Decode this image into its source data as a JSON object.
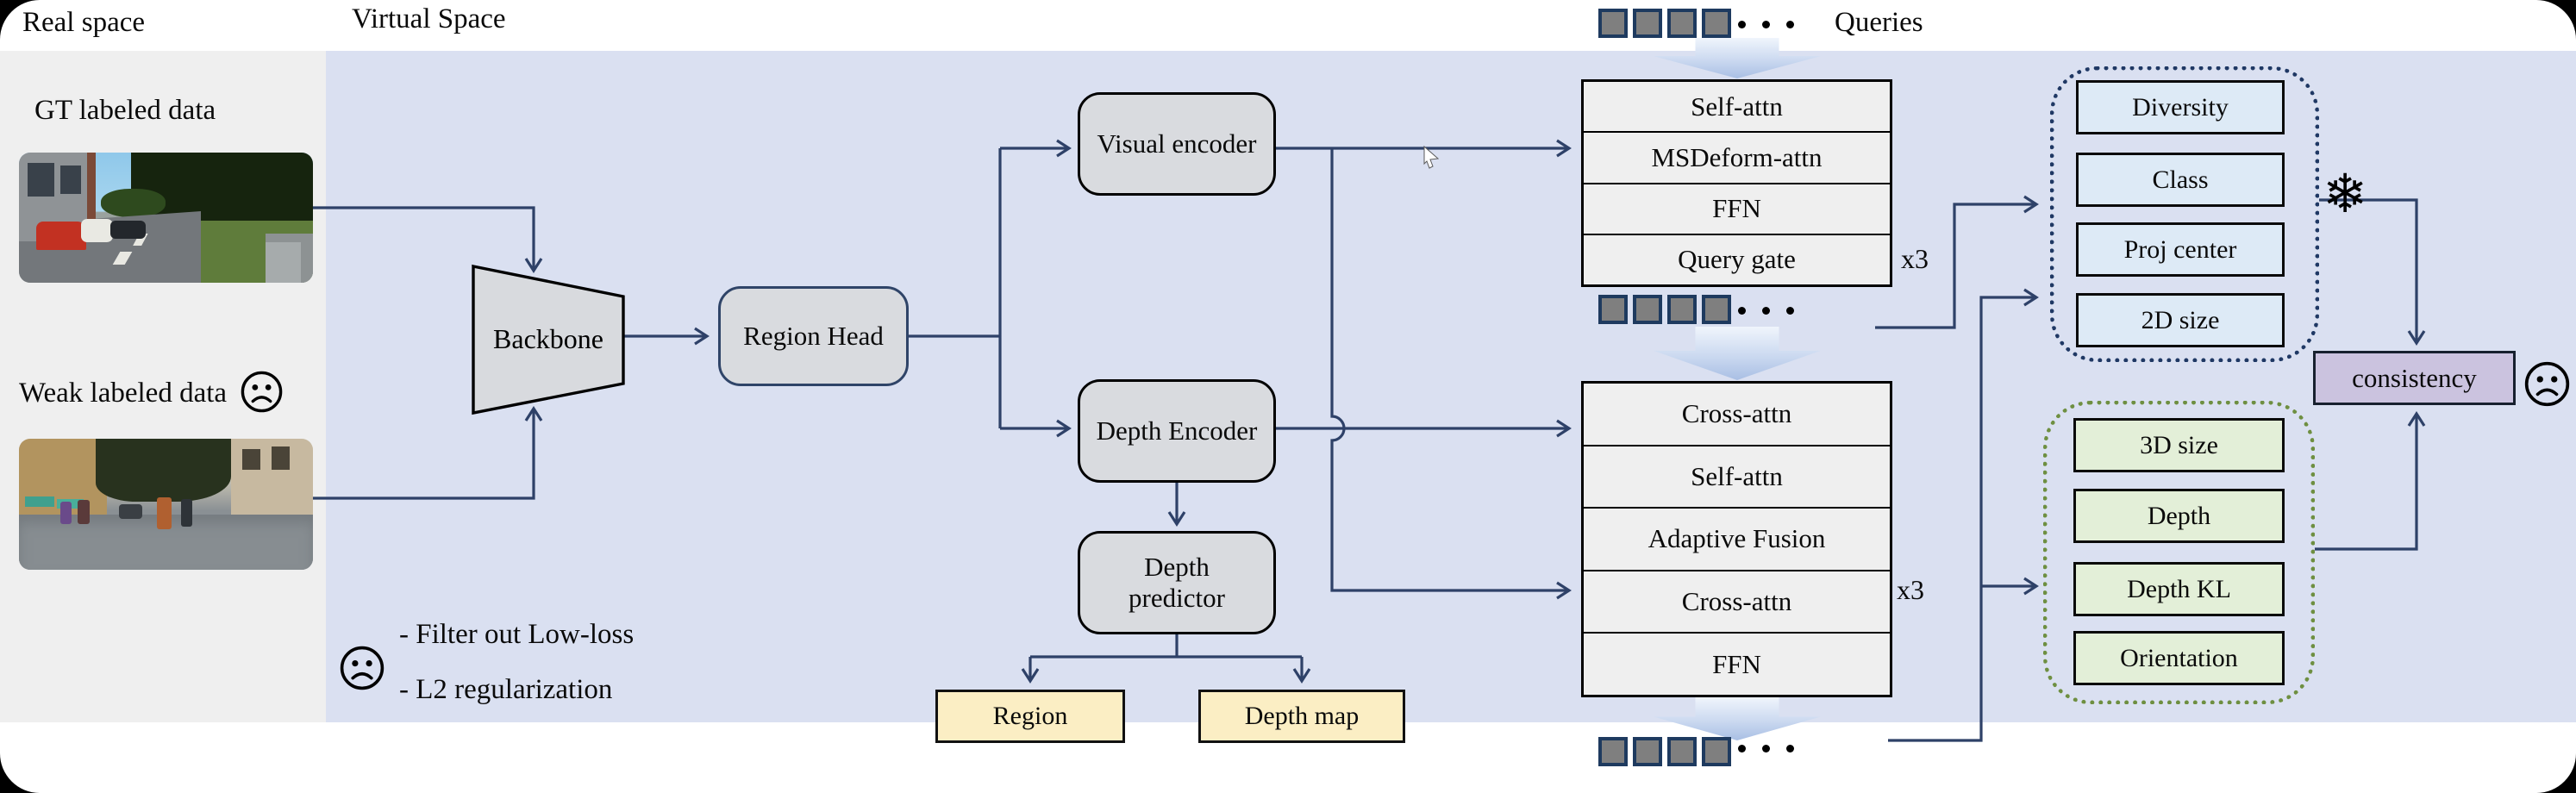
{
  "labels": {
    "real_space": "Real space",
    "virtual_space": "Virtual Space",
    "queries": "Queries",
    "gt_data": "GT labeled data",
    "weak_data": "Weak labeled data",
    "note_filter": "- Filter out Low-loss",
    "note_l2": "- L2 regularization"
  },
  "nodes": {
    "backbone": "Backbone",
    "region_head": "Region Head",
    "visual_encoder": "Visual encoder",
    "depth_encoder": "Depth Encoder",
    "depth_predictor": "Depth predictor",
    "region_output": "Region",
    "depth_map_output": "Depth map",
    "consistency": "consistency"
  },
  "decoder_block": {
    "rows": [
      "Self-attn",
      "MSDeform-attn",
      "FFN",
      "Query gate"
    ],
    "repeat": "x3"
  },
  "fusion_block": {
    "rows": [
      "Cross-attn",
      "Self-attn",
      "Adaptive Fusion",
      "Cross-attn",
      "FFN"
    ],
    "repeat": "x3"
  },
  "heads_2d": [
    "Diversity",
    "Class",
    "Proj center",
    "2D size"
  ],
  "heads_3d": [
    "3D size",
    "Depth",
    "Depth KL",
    "Orientation"
  ],
  "icons": {
    "snowflake": "❄",
    "sad_face": "sad-face",
    "query_token": "gray-square-token"
  },
  "colors": {
    "wire": "#2E4168",
    "panel_real": "#EFEFEF",
    "panel_virtual": "#DAE0F1",
    "node_fill": "#D9DBDF",
    "block_fill": "#EFEFEF",
    "token_fill": "#7F7F7F",
    "head_2d_fill": "#DDEAF6",
    "head_3d_fill": "#E3EFD8",
    "output_fill": "#FBEEC4",
    "consistency_fill": "#CBC3DF",
    "dotted_2d_border": "#1F3864",
    "dotted_3d_border": "#6E8F41"
  }
}
